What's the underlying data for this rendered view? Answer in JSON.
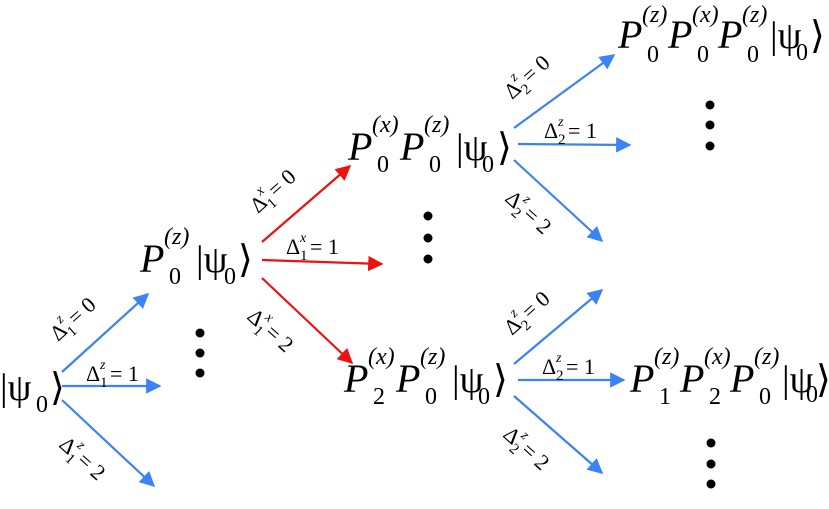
{
  "colors": {
    "blue": "#3b82f6",
    "red": "#ee1111",
    "text": "#000000"
  },
  "nodes": [
    {
      "id": "root",
      "text": "|ψ₀⟩"
    },
    {
      "id": "n1",
      "text": "P0(z)|ψ₀⟩"
    },
    {
      "id": "n2a",
      "text": "P0(x)P0(z)|ψ₀⟩"
    },
    {
      "id": "n2b",
      "text": "P2(x)P0(z)|ψ₀⟩"
    },
    {
      "id": "n3a",
      "text": "P0(z)P0(x)P0(z)|ψ₀⟩"
    },
    {
      "id": "n3b",
      "text": "P1(z)P2(x)P0(z)|ψ₀⟩"
    }
  ],
  "symbols": {
    "P": "P",
    "z": "(z)",
    "x": "(x)",
    "s0": "0",
    "s1": "1",
    "s2": "2",
    "ket": "|ψ",
    "ket_close": "⟩",
    "ket_sub": "0"
  },
  "delta": {
    "symbol": "Δ",
    "z": "z",
    "x": "x"
  },
  "edge_labels": [
    {
      "id": "root-up",
      "text": "= 0",
      "sub": "1",
      "sup": "z"
    },
    {
      "id": "root-mid",
      "text": "= 1",
      "sub": "1",
      "sup": "z"
    },
    {
      "id": "root-down",
      "text": "= 2",
      "sub": "1",
      "sup": "z"
    },
    {
      "id": "n1-up",
      "text": "= 0",
      "sub": "1",
      "sup": "x"
    },
    {
      "id": "n1-mid",
      "text": "= 1",
      "sub": "1",
      "sup": "x"
    },
    {
      "id": "n1-down",
      "text": "= 2",
      "sub": "1",
      "sup": "x"
    },
    {
      "id": "n2a-up",
      "text": "= 0",
      "sub": "2",
      "sup": "z"
    },
    {
      "id": "n2a-mid",
      "text": "= 1",
      "sub": "2",
      "sup": "z"
    },
    {
      "id": "n2a-down",
      "text": "= 2",
      "sub": "2",
      "sup": "z"
    },
    {
      "id": "n2b-up",
      "text": "= 0",
      "sub": "2",
      "sup": "z"
    },
    {
      "id": "n2b-mid",
      "text": "= 1",
      "sub": "2",
      "sup": "z"
    },
    {
      "id": "n2b-down",
      "text": "= 2",
      "sub": "2",
      "sup": "z"
    }
  ]
}
